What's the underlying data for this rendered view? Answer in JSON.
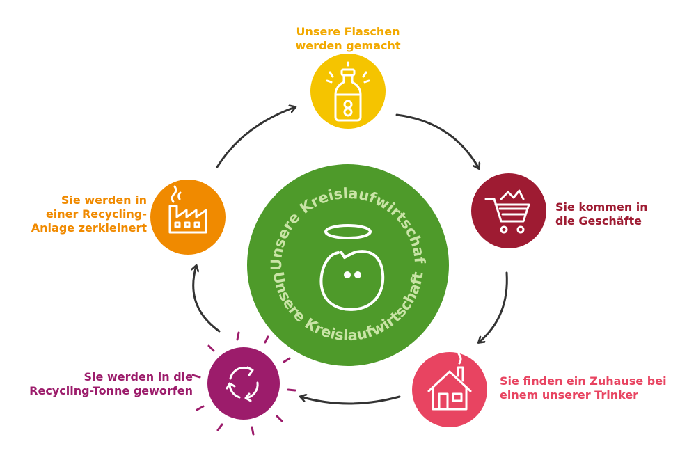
{
  "colors": {
    "bottle": "#F5C400",
    "cart": "#9E1B32",
    "house": "#E84461",
    "bin": "#9C1C6B",
    "factory": "#F08A00",
    "center": "#4E9A2A",
    "center_text": "#C9E4A6",
    "arrow": "#333333"
  },
  "center": {
    "text_top": "Unsere Kreislaufwirtschaft",
    "text_bottom": "Unsere Kreislaufwirtschaft"
  },
  "steps": {
    "bottle": {
      "line1": "Unsere Flaschen",
      "line2": "werden gemacht",
      "icon": "bottle-icon"
    },
    "cart": {
      "line1": "Sie kommen in",
      "line2": "die Geschäfte",
      "icon": "shopping-cart-icon"
    },
    "house": {
      "line1": "Sie finden ein Zuhause bei",
      "line2": "einem unserer Trinker",
      "icon": "house-icon"
    },
    "bin": {
      "line1": "Sie werden in die",
      "line2": "Recycling-Tonne geworfen",
      "icon": "recycle-icon"
    },
    "factory": {
      "line1": "Sie werden in",
      "line2": "einer Recycling-",
      "line3": "Anlage zerkleinert",
      "icon": "factory-icon"
    }
  }
}
